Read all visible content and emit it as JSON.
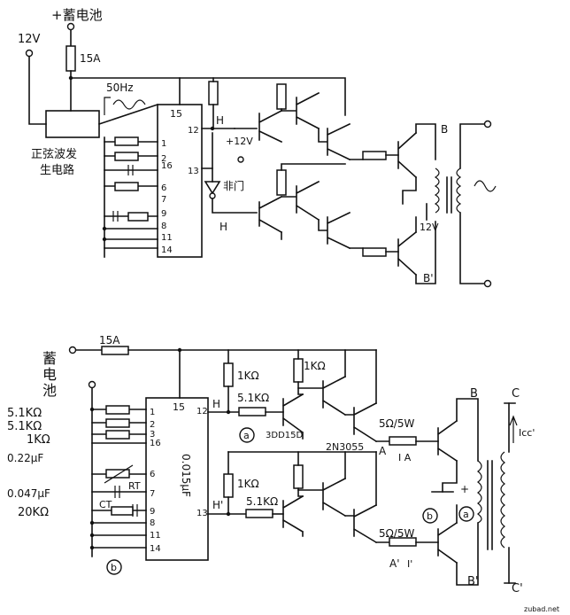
{
  "top": {
    "battery_label": "+蓄电池",
    "supply_12v": "12V",
    "fuse": "15A",
    "freq": "50Hz",
    "sine_block_line1": "正弦波发",
    "sine_block_line2": "生电路",
    "ic_pin15": "15",
    "ic_pins_left": [
      "1",
      "2",
      "16",
      "6",
      "7",
      "9",
      "8",
      "11",
      "14"
    ],
    "ic_pin12": "12",
    "ic_pin13": "13",
    "node_h": "H",
    "node_h2": "H",
    "plus12v": "+12V",
    "not_gate": "非门",
    "xfmr_b": "B",
    "xfmr_b2": "B'",
    "ct_12v": "12V"
  },
  "bottom": {
    "fuse": "15A",
    "battery_chars": [
      "蓄",
      "电",
      "池"
    ],
    "r_values": [
      "5.1KΩ",
      "5.1KΩ",
      "1KΩ"
    ],
    "c1": "0.22μF",
    "c2": "0.047μF",
    "r4": "20KΩ",
    "ic_pin15": "15",
    "ic_pins_left": [
      "1",
      "2",
      "3",
      "16",
      "6",
      "7",
      "9",
      "8",
      "11",
      "14"
    ],
    "ic_pin12": "12",
    "ic_pin13": "13",
    "ic_cap": "0.015μF",
    "rt": "RT",
    "ct": "CT",
    "node_h": "H",
    "node_h2": "H'",
    "r_1k_a": "1KΩ",
    "r_1k_b": "1KΩ",
    "r_1k_c": "1KΩ",
    "r_51k_a": "5.1KΩ",
    "r_51k_b": "5.1KΩ",
    "tr_3dd": "3DD15D",
    "tr_2n": "2N3055",
    "node_a": "A",
    "node_a2": "A'",
    "r_5w_a": "5Ω/5W",
    "r_5w_b": "5Ω/5W",
    "i_a": "I A",
    "i_a2": "I'",
    "circle_a": "a",
    "circle_b": "b",
    "xfmr_b": "B",
    "xfmr_b2": "B'",
    "xfmr_c": "C",
    "xfmr_c2": "C'",
    "icc": "Icc'"
  },
  "watermark": "zubad.net"
}
